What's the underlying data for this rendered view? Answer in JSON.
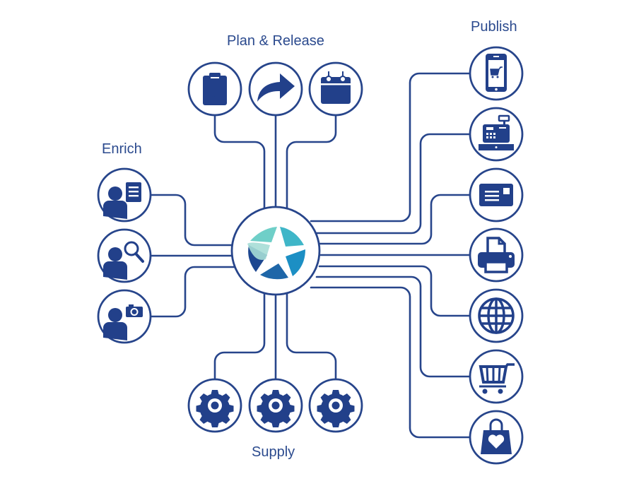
{
  "groups": {
    "plan": {
      "title": "Plan & Release",
      "items": [
        "clipboard-check-icon",
        "forward-arrow-icon",
        "calendar-icon"
      ]
    },
    "enrich": {
      "title": "Enrich",
      "items": [
        "person-document-icon",
        "person-search-icon",
        "person-camera-icon"
      ]
    },
    "publish": {
      "title": "Publish",
      "items": [
        "mobile-shop-icon",
        "cash-register-icon",
        "mail-icon",
        "printer-icon",
        "globe-icon",
        "shopping-cart-icon",
        "shopping-bag-heart-icon"
      ]
    },
    "supply": {
      "title": "Supply",
      "items": [
        "gear-icon",
        "gear-icon",
        "gear-icon"
      ]
    }
  },
  "hub": {
    "icon": "aperture-logo-icon"
  },
  "colors": {
    "primary": "#22408a",
    "line": "#27458b",
    "text": "#2b4a8e",
    "teal_light": "#8fd3cf",
    "teal": "#3bb3c3",
    "blue": "#1a7fb8",
    "navy": "#1d3f86"
  }
}
